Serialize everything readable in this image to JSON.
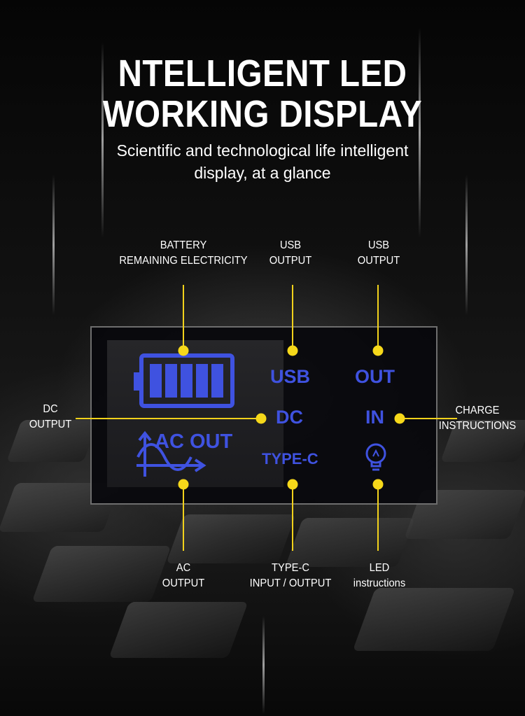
{
  "header": {
    "title_line1": "NTELLIGENT LED",
    "title_line2": "WORKING DISPLAY",
    "subtitle_line1": "Scientific and technological life intelligent",
    "subtitle_line2": "display, at a glance"
  },
  "labels": {
    "battery": {
      "line1": "BATTERY",
      "line2": "REMAINING ELECTRICITY"
    },
    "usb_output_1": {
      "line1": "USB",
      "line2": "OUTPUT"
    },
    "usb_output_2": {
      "line1": "USB",
      "line2": "OUTPUT"
    },
    "dc_output": {
      "line1": "DC",
      "line2": "OUTPUT"
    },
    "charge": {
      "line1": "CHARGE",
      "line2": "INSTRUCTIONS"
    },
    "ac_output": {
      "line1": "AC",
      "line2": "OUTPUT"
    },
    "typec": {
      "line1": "TYPE-C",
      "line2": "INPUT / OUTPUT"
    },
    "led": {
      "line1": "LED",
      "line2": "instructions"
    }
  },
  "display": {
    "usb": "USB",
    "out": "OUT",
    "dc": "DC",
    "in": "IN",
    "ac_out": "AC OUT",
    "type_c": "TYPE-C",
    "battery_level_bars": 5,
    "battery_level_max": 5,
    "icons": [
      "battery-icon",
      "ac-wave-icon",
      "bulb-icon"
    ]
  },
  "colors": {
    "accent": "#f2d21b",
    "lcd_blue": "#3f52e0",
    "background": "#000000"
  }
}
